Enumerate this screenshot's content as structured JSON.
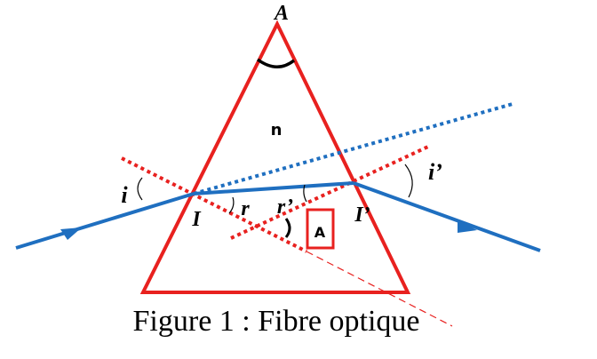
{
  "caption": "Figure 1 : Fibre optique",
  "labels": {
    "apex": "A",
    "index": "n",
    "incidence_angle": "i",
    "emergence_angle": "i’",
    "entry_point": "I",
    "exit_point": "I’",
    "refraction_angle": "r",
    "inner_angle": "r’",
    "boxed_angle": "A"
  },
  "colors": {
    "prism": "#e8211f",
    "ray": "#1f6fc0",
    "normal": "#e8211f",
    "extension": "#1f6fc0",
    "label": "#000000"
  }
}
